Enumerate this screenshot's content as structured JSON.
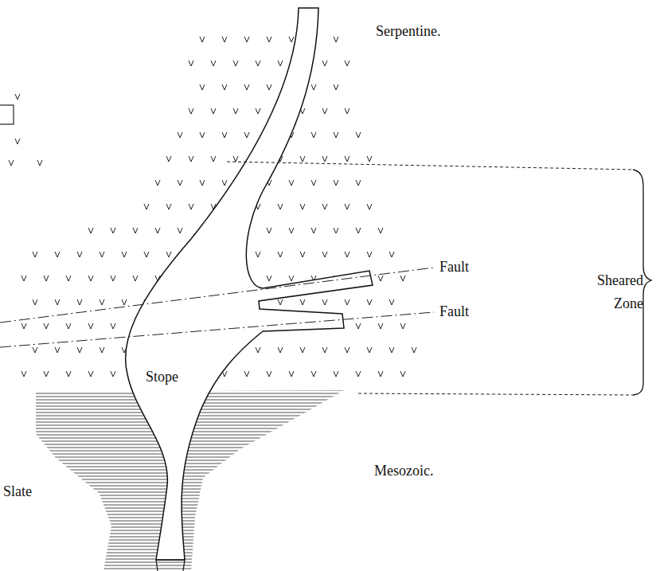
{
  "diagram": {
    "labels": [
      "Serpentine.",
      "Fault",
      "Fault",
      "Sheared Zone",
      "Stope",
      "Mesozoic.",
      "Slate"
    ]
  }
}
